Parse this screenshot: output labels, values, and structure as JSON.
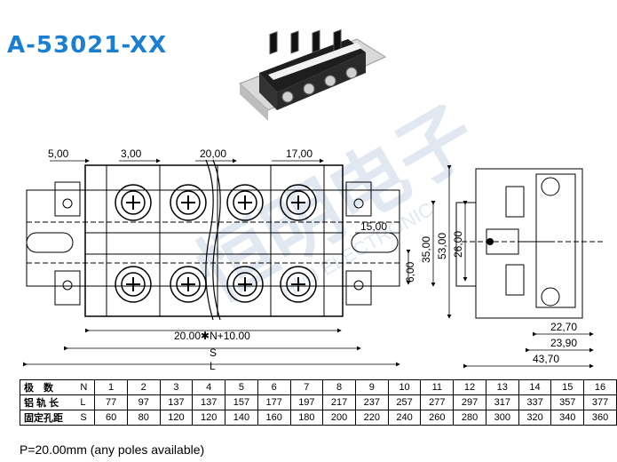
{
  "title": "A-53021-XX",
  "watermark": {
    "cn": "恒明电子",
    "en": "HMJ ELECTRONIC"
  },
  "dims": {
    "d5": "5,00",
    "d3": "3,00",
    "d20": "20,00",
    "d17": "17,00",
    "d15": "15,00",
    "d6": "6,00",
    "d35": "35,00",
    "d53": "53,00",
    "d26": "26,00",
    "formula": "20.00✱N+10.00",
    "S": "S",
    "L": "L",
    "d227": "22,70",
    "d239": "23,90",
    "d437": "43,70"
  },
  "table": {
    "rows": [
      {
        "label": "极　数",
        "unit": "N",
        "values": [
          "1",
          "2",
          "3",
          "4",
          "5",
          "6",
          "7",
          "8",
          "9",
          "10",
          "11",
          "12",
          "13",
          "14",
          "15",
          "16"
        ]
      },
      {
        "label": "铝 轨 长",
        "unit": "L",
        "values": [
          "77",
          "97",
          "137",
          "137",
          "157",
          "177",
          "197",
          "217",
          "237",
          "257",
          "277",
          "297",
          "317",
          "337",
          "357",
          "377"
        ]
      },
      {
        "label": "固定孔距",
        "unit": "S",
        "values": [
          "60",
          "80",
          "120",
          "120",
          "140",
          "160",
          "180",
          "200",
          "220",
          "240",
          "260",
          "280",
          "300",
          "320",
          "340",
          "360"
        ]
      }
    ]
  },
  "footnote": "P=20.00mm (any poles available)",
  "colors": {
    "title": "#1a7fd0",
    "watermark": "#c9d7e6"
  }
}
